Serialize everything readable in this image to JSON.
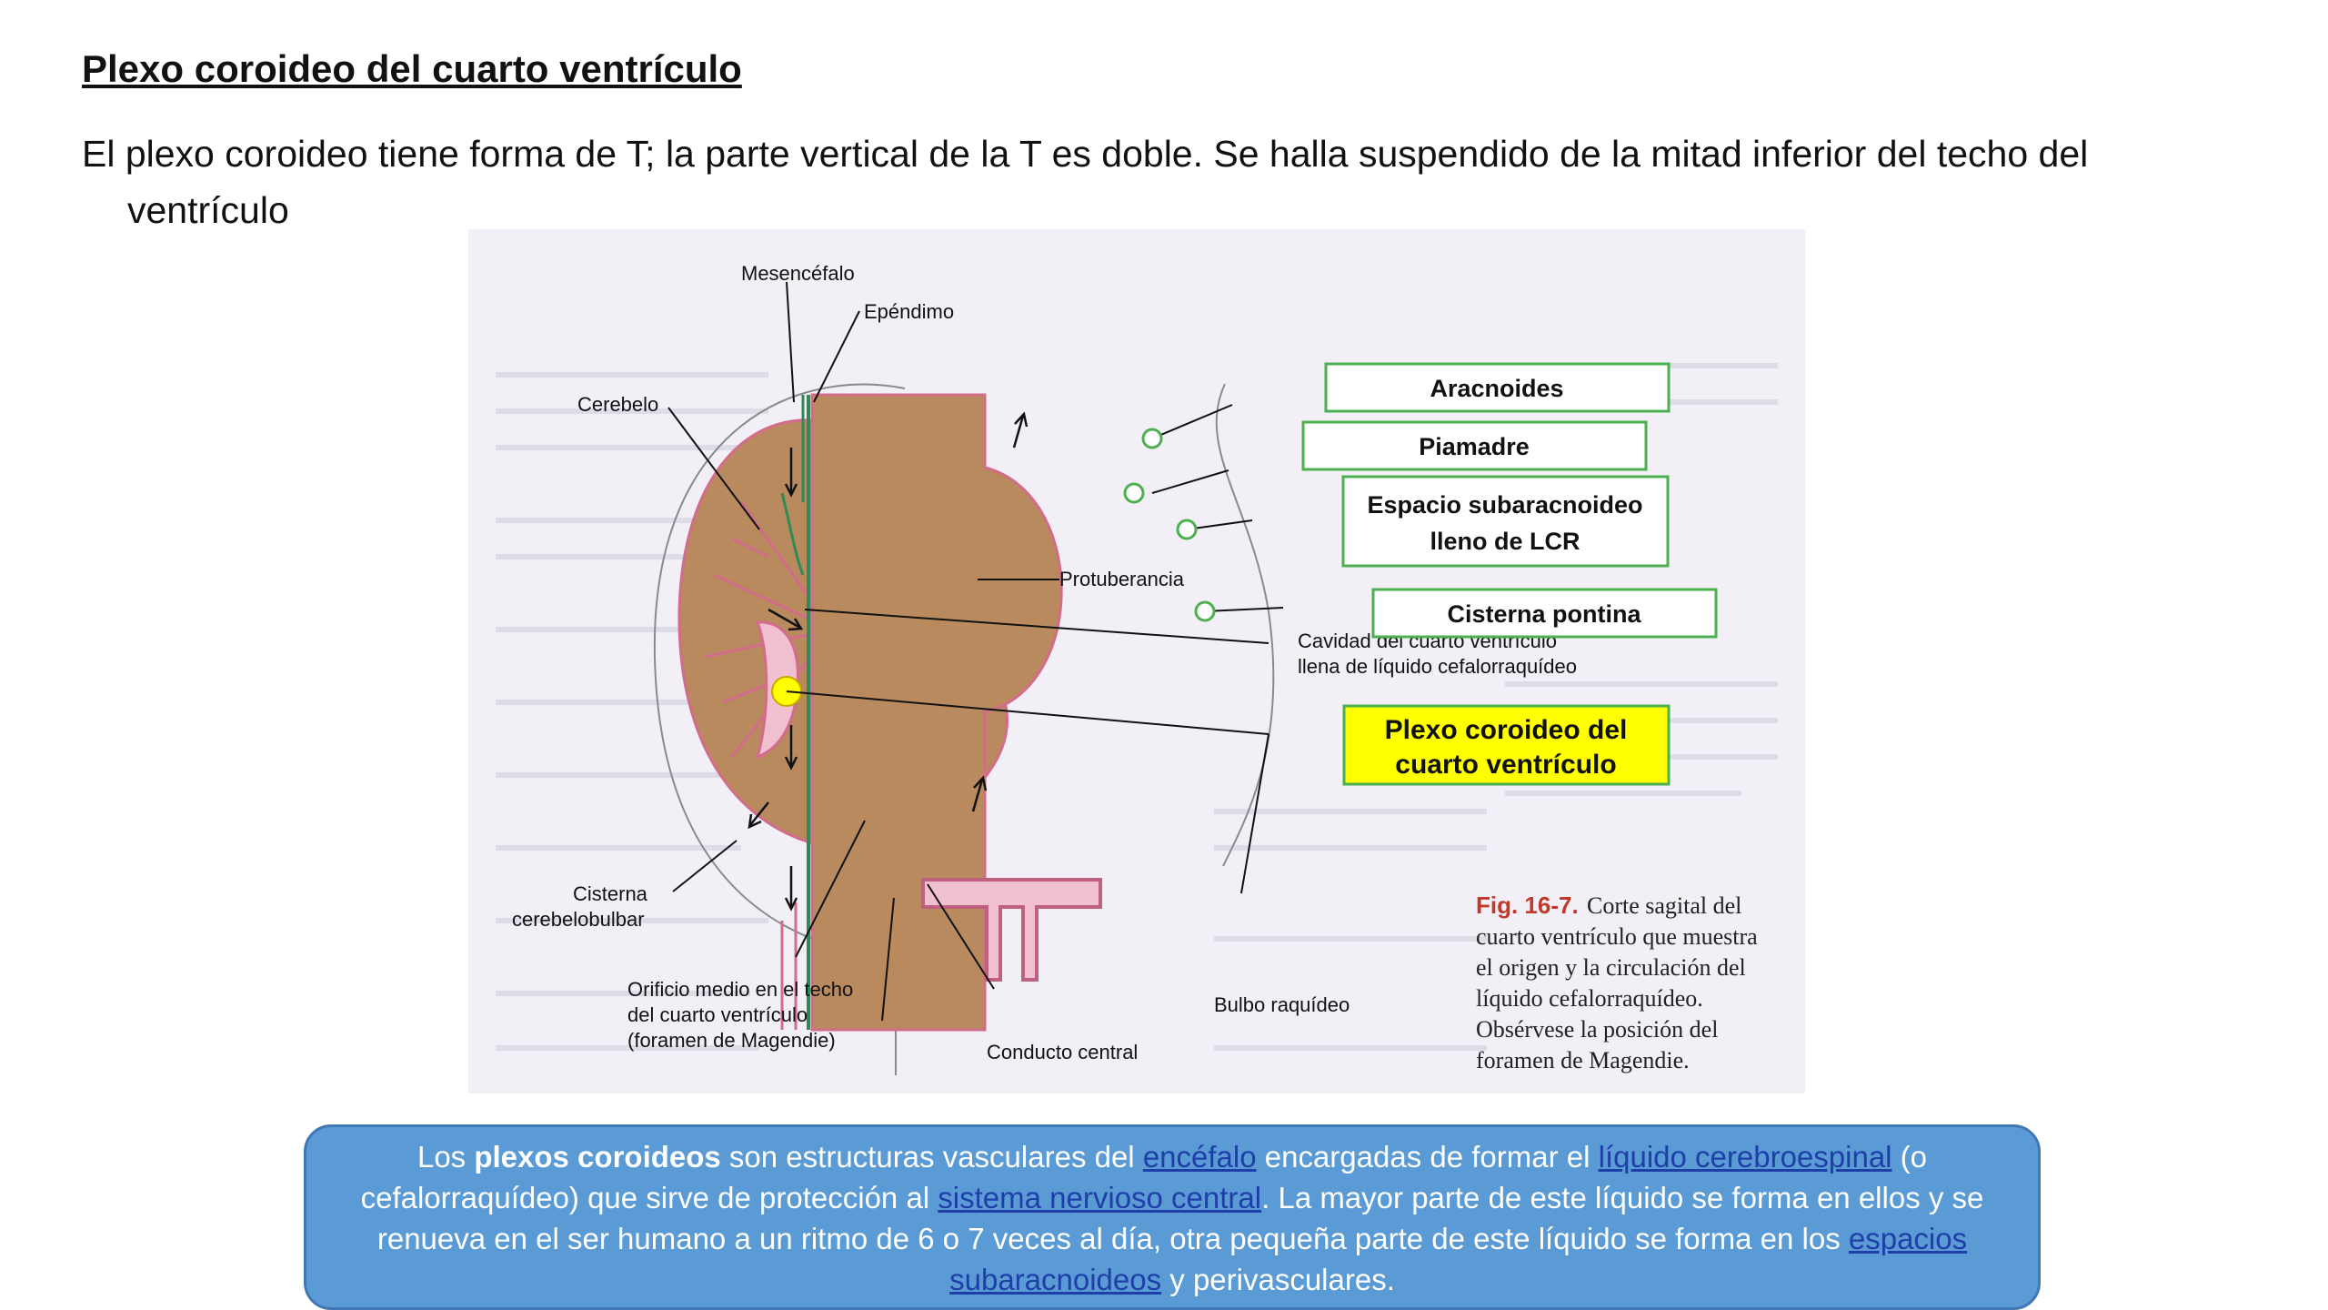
{
  "slide": {
    "title": "Plexo coroideo del cuarto ventrículo",
    "intro": "El plexo coroideo tiene forma de T; la parte vertical de la T es doble. Se halla suspendido de la mitad inferior del techo del ventrículo"
  },
  "figure": {
    "labels": {
      "mesencefalo": "Mesencéfalo",
      "ependimo": "Epéndimo",
      "cerebelo": "Cerebelo",
      "protuberancia": "Protuberancia",
      "cavidad_1": "Cavidad del cuarto ventrículo",
      "cavidad_2": "llena de líquido cefalorraquídeo",
      "cisterna_cb_1": "Cisterna",
      "cisterna_cb_2": "cerebelobulbar",
      "orificio_1": "Orificio medio en el techo",
      "orificio_2": "del cuarto ventrículo",
      "orificio_3": "(foramen de Magendie)",
      "conducto": "Conducto central",
      "bulbo": "Bulbo raquídeo"
    },
    "boxes": {
      "aracnoides": "Aracnoides",
      "piamadre": "Piamadre",
      "espacio_1": "Espacio subaracnoideo",
      "espacio_2": "lleno de LCR",
      "cisterna_pontina": "Cisterna pontina",
      "plexo_1": "Plexo coroideo del",
      "plexo_2": "cuarto ventrículo"
    },
    "caption": {
      "fig": "Fig. 16-7.",
      "l1": "Corte sagital del",
      "l2": "cuarto ventrículo que muestra",
      "l3": "el origen y la circulación del",
      "l4": "líquido cefalorraquídeo.",
      "l5": "Obsérvese la posición del",
      "l6": "foramen de Magendie."
    },
    "colors": {
      "tissue": "#b98a5e",
      "pia": "#d36b8a",
      "ependyma": "#2e8b57",
      "box_border": "#4caf50",
      "highlight": "#ffff00"
    }
  },
  "callout": {
    "t1": "Los ",
    "bold1": "plexos coroideos",
    "t2": " son estructuras vasculares del ",
    "link1": "encéfalo",
    "t3": " encargadas de formar el ",
    "link2": "líquido cerebroespinal",
    "t4": " (o cefalorraquídeo) que sirve de protección al ",
    "link3": "sistema nervioso central",
    "t5": ". La mayor parte de este líquido se forma en ellos y se renueva en el ser humano a un ritmo de 6 o 7 veces al día, otra pequeña parte de este líquido se forma en los ",
    "link4": "espacios subaracnoideos",
    "t6": " y perivasculares."
  }
}
